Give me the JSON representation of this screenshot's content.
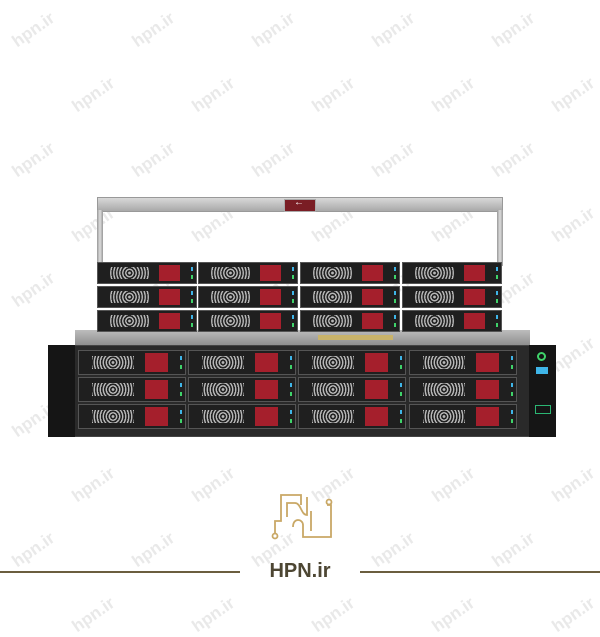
{
  "watermark": {
    "text": "hpn.ir"
  },
  "brand": {
    "name": "HPN.ir",
    "color": "#4d4633",
    "accent": "#c9a866"
  },
  "product": {
    "upper_drive_rows": 3,
    "front_drive_rows": 3,
    "drive_columns": 4,
    "latch_color": "#a51f2c"
  }
}
